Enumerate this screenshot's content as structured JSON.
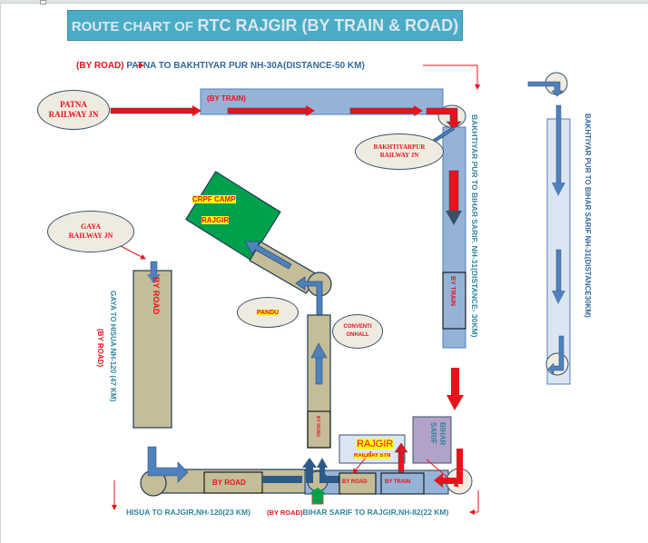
{
  "title": {
    "prefix": "ROUTE CHART OF",
    "main": "RTC RAJGIR (BY TRAIN & ROAD)"
  },
  "routes": {
    "patna_to_bakhtiyarpur": {
      "mode": "(BY ROAD)",
      "text": "PATNA TO BAKHTIYAR PUR NH-30A(DISTANCE-50 KM)"
    },
    "bakhtiyarpur_to_biharsarif_train": "BAKHTIYAR PUR TO BIHAR SARIF. NH-31(DISTANCE- 30KM)",
    "bakhtiyarpur_to_biharsarif_road": "BAKHTIYAR PUR TO BIHAR SARIF NH-31(DISTANCE30KM)",
    "gaya_to_hisua": {
      "text": "GAYA TO HISUA NH-120 (47 KM)",
      "mode": "(BY ROAD)"
    },
    "hisua_to_rajgir": "HISUA TO RAJGIR,NH-120(23 KM)",
    "biharsarif_to_rajgir": {
      "mode": "(BY ROAD)",
      "text": "BIHAR SARIF TO RAJGIR,NH-82(22 KM)"
    }
  },
  "nodes": {
    "patna": "PATNA RAILWAY JN",
    "bakhtiyarpur": "BAKHTIYARPUR RAILWAY JN",
    "gaya": "GAYA RAILWAY JN",
    "crpf_camp": "CRPF CAMP",
    "crpf_rajgir": "RAJGIR",
    "pandu": "PANDU",
    "convention_hall": "CONVENTI ONHALL",
    "rajgir_station": "RAJGIR",
    "rajgir_station_sub": "RAILWAY STN",
    "bihar_sarif": "BIHAR SARIF"
  },
  "labels": {
    "by_train": "(BY TRAIN)",
    "by_train_vertical": "BY TRAIN",
    "by_road": "BY ROAD",
    "by_train_bottom": "BY TRAIN"
  },
  "colors": {
    "title_bg": "#4bacc6",
    "train_path": "#95b3d7",
    "road_path": "#c4bd97",
    "arrow_red": "#e8121c",
    "arrow_blue": "#4f81bd",
    "crpf_green": "#00a14b",
    "bihar_sarif_box": "#b3a2c7",
    "text_teal": "#31859c"
  }
}
